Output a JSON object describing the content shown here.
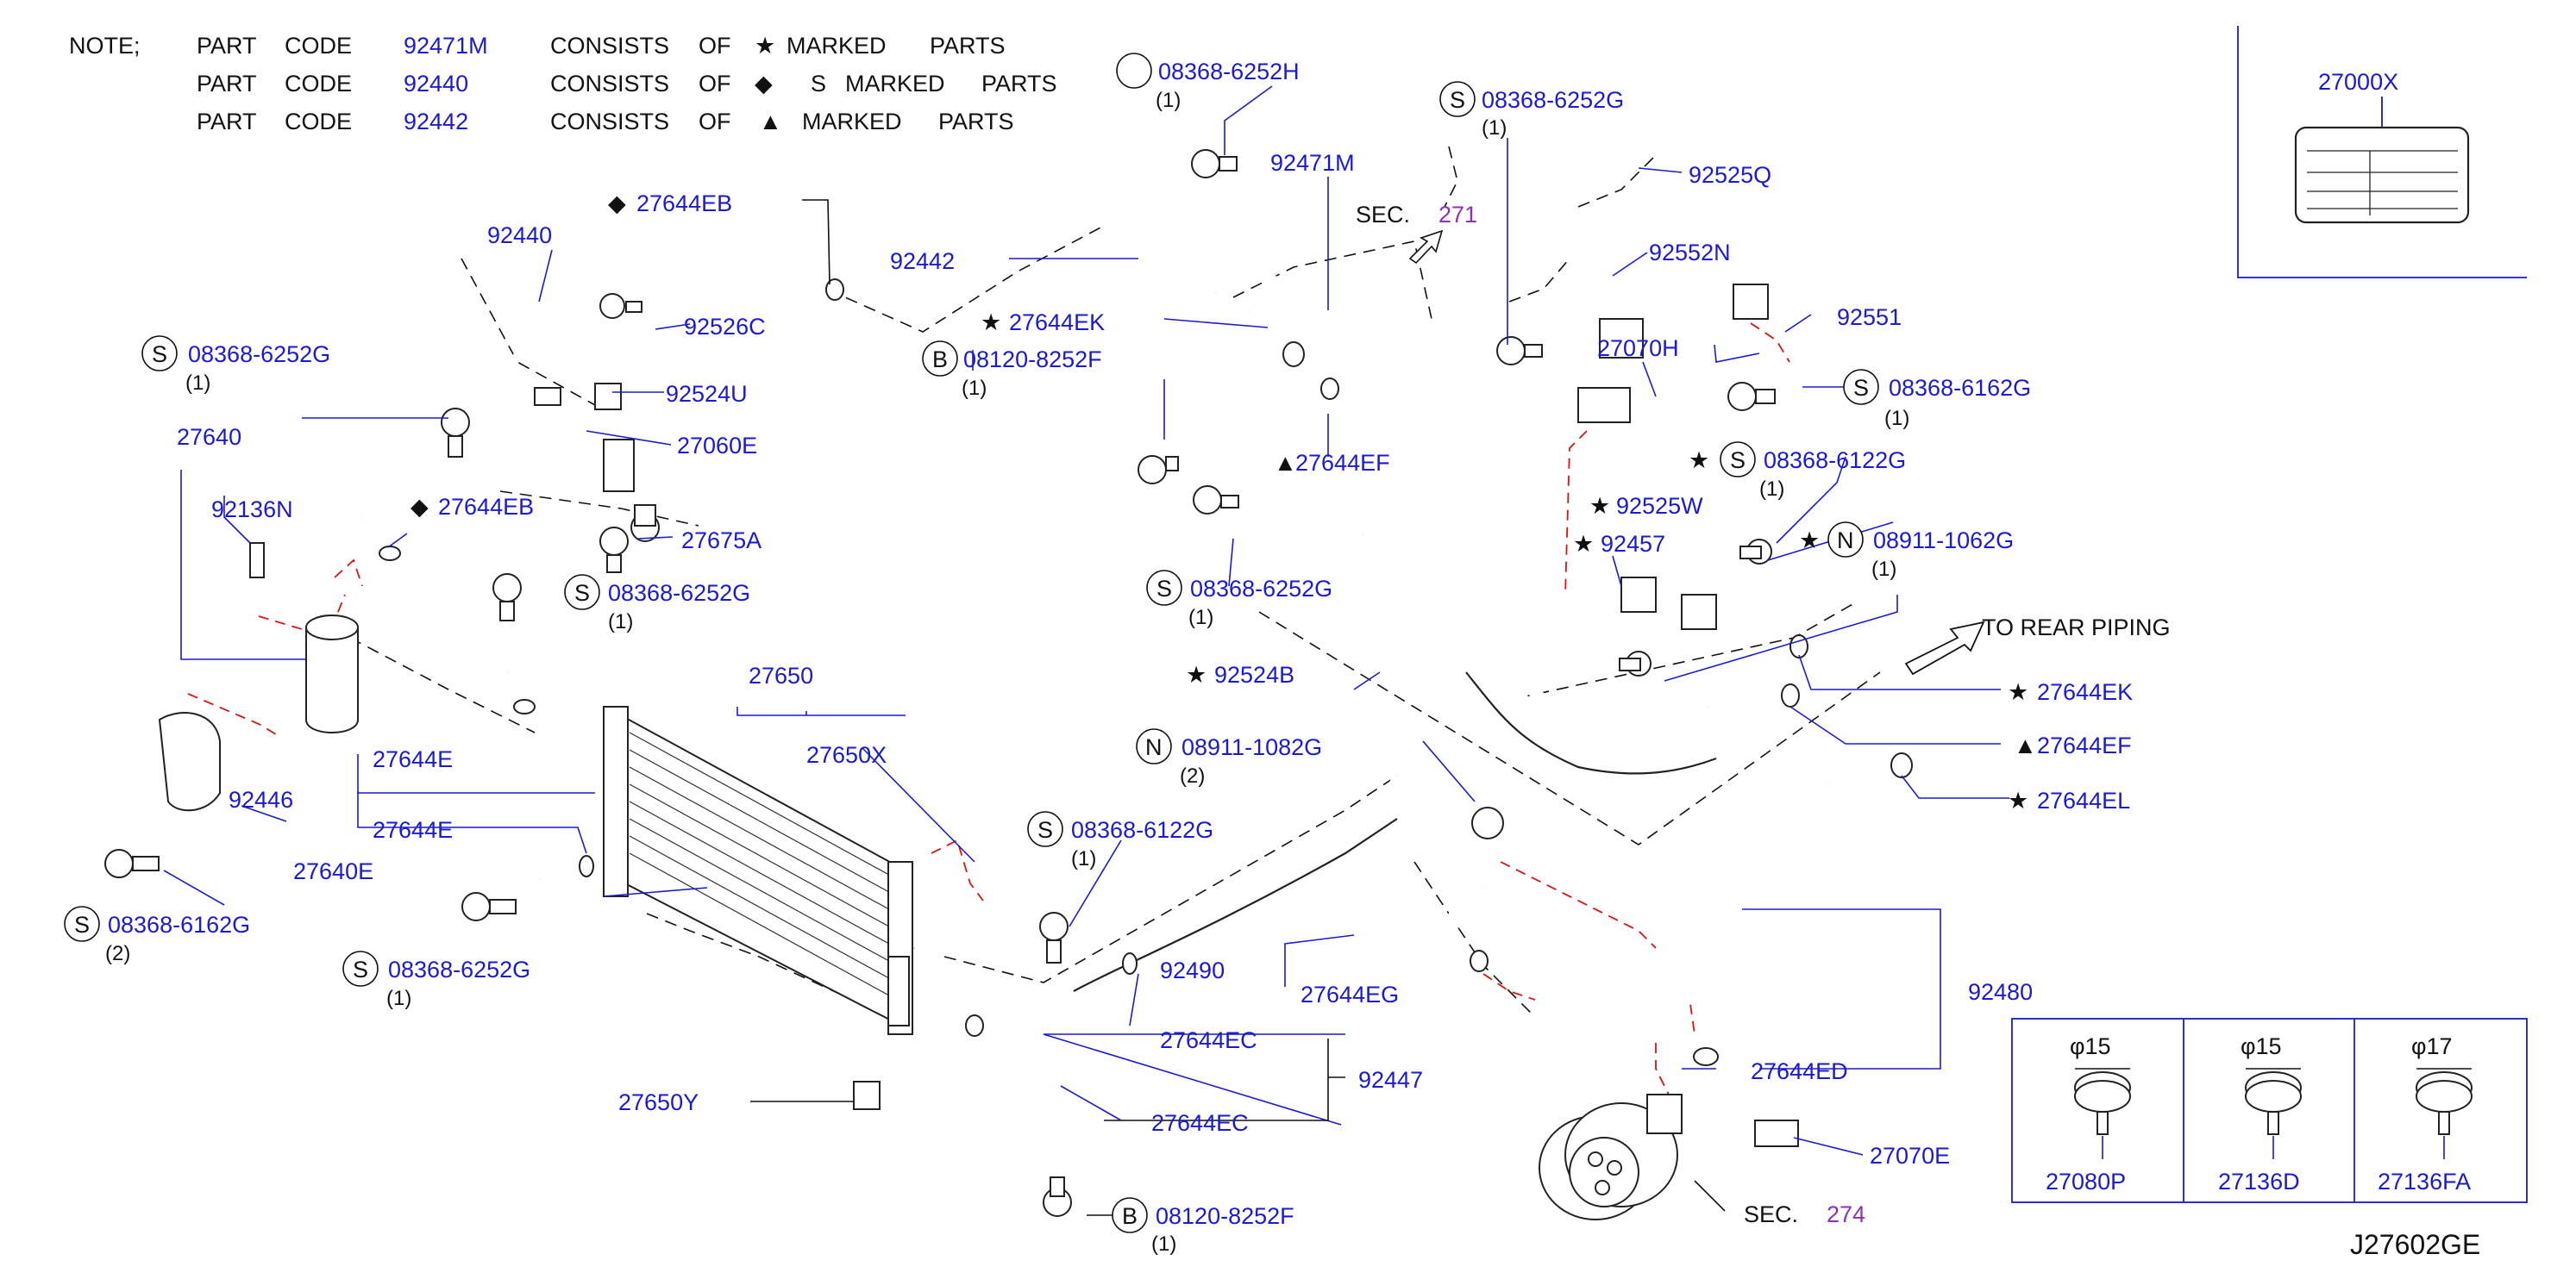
{
  "notes": {
    "heading": "NOTE;",
    "rows": [
      {
        "w1": "PART",
        "w2": "CODE",
        "code": "92471M",
        "w3": "CONSISTS",
        "w4": "OF",
        "sym": "★",
        "w5": "MARKED",
        "w6": "PARTS",
        "w7": ""
      },
      {
        "w1": "PART",
        "w2": "CODE",
        "code": "92440",
        "w3": "CONSISTS",
        "w4": "OF",
        "sym": "◆",
        "w5": "S",
        "w6": "MARKED",
        "w7": "PARTS"
      },
      {
        "w1": "PART",
        "w2": "CODE",
        "code": "92442",
        "w3": "CONSISTS",
        "w4": "OF",
        "sym": "▲",
        "w5": "MARKED",
        "w6": "PARTS",
        "w7": ""
      }
    ]
  },
  "symbols": {
    "star": "★",
    "diamond": "◆",
    "triangle": "▲",
    "phi": "φ"
  },
  "callouts": {
    "c27000X": "27000X",
    "c08368_6252H": "08368-6252H",
    "q1a": "(1)",
    "c92471M": "92471M",
    "c08368_6252G_top": "08368-6252G",
    "q1b": "(1)",
    "c92525Q": "92525Q",
    "c27644EB_top": "27644EB",
    "c92440": "92440",
    "c92442": "92442",
    "sec_a": "SEC.",
    "sec271": "271",
    "c92552N": "92552N",
    "c27644EK_mid": "27644EK",
    "c92526C": "92526C",
    "c08120_8252F_top": "08120-8252F",
    "q1c": "(1)",
    "c08368_6252G_left": "08368-6252G",
    "q1d": "(1)",
    "c27070H": "27070H",
    "c92551": "92551",
    "c92524U": "92524U",
    "c08368_6162G_right": "08368-6162G",
    "q1e": "(1)",
    "c27640": "27640",
    "c27060E": "27060E",
    "c27644EF_mid": "27644EF",
    "c08368_6122G_right": "08368-6122G",
    "q1f": "(1)",
    "c92136N": "92136N",
    "c27644EB_low": "27644EB",
    "c92525W": "92525W",
    "c27675A": "27675A",
    "c92457": "92457",
    "c08911_1062G": "08911-1062G",
    "q1g": "(1)",
    "c08368_6252G_mid": "08368-6252G",
    "q1h": "(1)",
    "c08368_6252G_c": "08368-6252G",
    "q1i": "(1)",
    "to_rear": "TO  REAR  PIPING",
    "c92524B": "92524B",
    "c27650": "27650",
    "c27644EK_right": "27644EK",
    "c27644EF_right": "27644EF",
    "c08911_1082G": "08911-1082G",
    "q2a": "(2)",
    "c27644E_top": "27644E",
    "c27650X": "27650X",
    "c27644EL": "27644EL",
    "c92446": "92446",
    "c27644E_bot": "27644E",
    "c08368_6122G_mid": "08368-6122G",
    "q1j": "(1)",
    "c27640E": "27640E",
    "c08368_6162G_left": "08368-6162G",
    "q2b": "(2)",
    "c92490": "92490",
    "c08368_6252G_bl": "08368-6252G",
    "q1k": "(1)",
    "c27644EG": "27644EG",
    "c92480": "92480",
    "c27644EC_top": "27644EC",
    "c92447": "92447",
    "c27644ED": "27644ED",
    "c27650Y": "27650Y",
    "c27644EC_bot": "27644EC",
    "c27070E": "27070E",
    "c08120_8252F_bot": "08120-8252F",
    "q1l": "(1)",
    "sec_b": "SEC.",
    "sec274": "274"
  },
  "circle_letters": {
    "S": "S",
    "B": "B",
    "N": "N"
  },
  "clips_table": [
    {
      "dia": "φ15",
      "code": "27080P"
    },
    {
      "dia": "φ15",
      "code": "27136D"
    },
    {
      "dia": "φ17",
      "code": "27136FA"
    }
  ],
  "diagram_id": "J27602GE",
  "colors": {
    "code": "#1a1ad6",
    "text": "#111111",
    "sec": "#8e2fb8",
    "red_leader": "#e01010"
  }
}
